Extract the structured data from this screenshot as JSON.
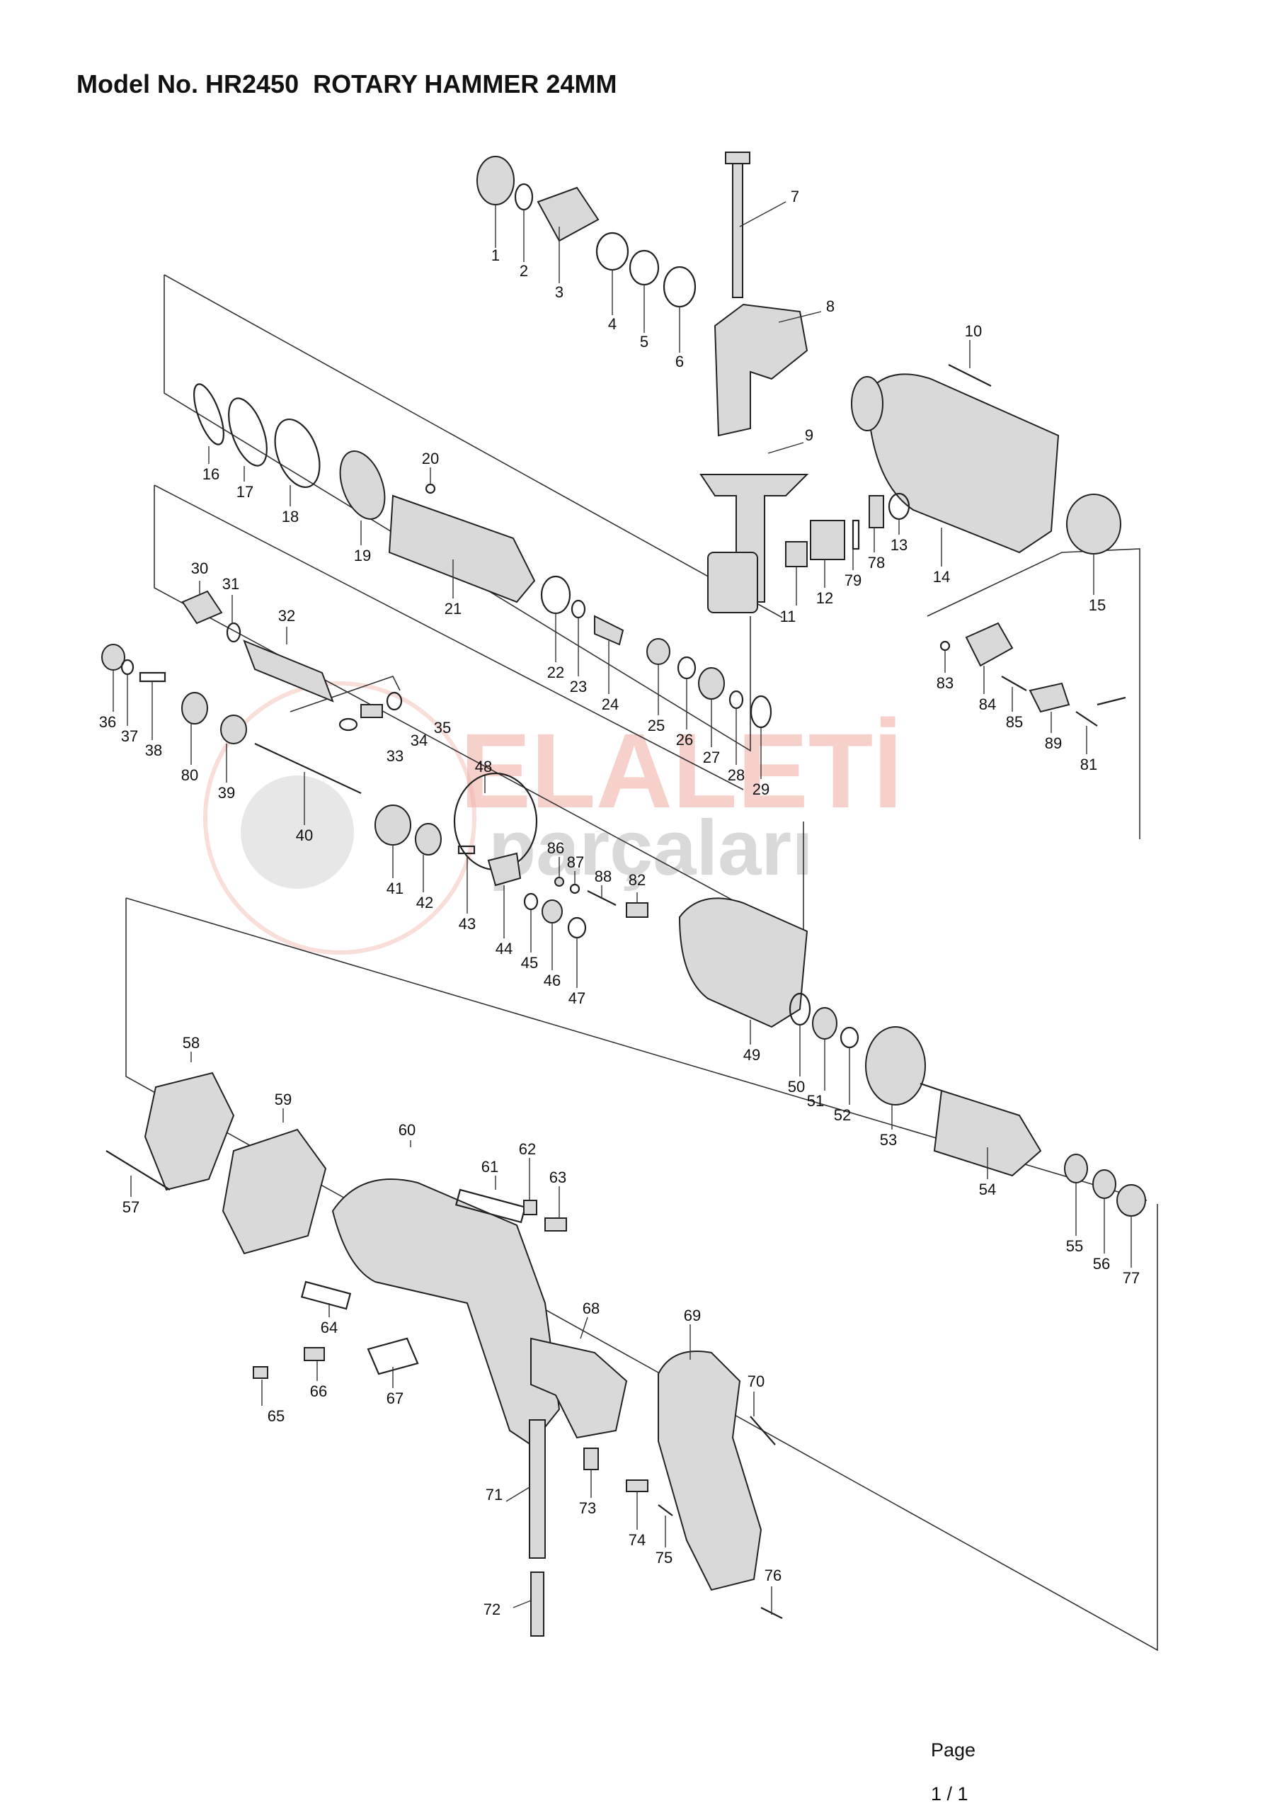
{
  "header": {
    "title": "Model No. HR2450  ROTARY HAMMER 24MM"
  },
  "footer": {
    "page_label": "Page",
    "page_value": "1 / 1"
  },
  "watermark": {
    "brand": "ELALETİ",
    "sub": "parçaları",
    "color_brand": "#e8857a",
    "color_sub": "#9a9a9a"
  },
  "parts": [
    "1",
    "2",
    "3",
    "4",
    "5",
    "6",
    "7",
    "8",
    "9",
    "10",
    "11",
    "12",
    "13",
    "14",
    "15",
    "16",
    "17",
    "18",
    "19",
    "20",
    "21",
    "22",
    "23",
    "24",
    "25",
    "26",
    "27",
    "28",
    "29",
    "30",
    "31",
    "32",
    "33",
    "34",
    "35",
    "36",
    "37",
    "38",
    "39",
    "40",
    "41",
    "42",
    "43",
    "44",
    "45",
    "46",
    "47",
    "48",
    "49",
    "50",
    "51",
    "52",
    "53",
    "54",
    "55",
    "56",
    "57",
    "58",
    "59",
    "60",
    "61",
    "62",
    "63",
    "64",
    "65",
    "66",
    "67",
    "68",
    "69",
    "70",
    "71",
    "72",
    "73",
    "74",
    "75",
    "76",
    "77",
    "78",
    "79",
    "80",
    "81",
    "82",
    "83",
    "84",
    "85",
    "86",
    "87",
    "88",
    "89"
  ]
}
